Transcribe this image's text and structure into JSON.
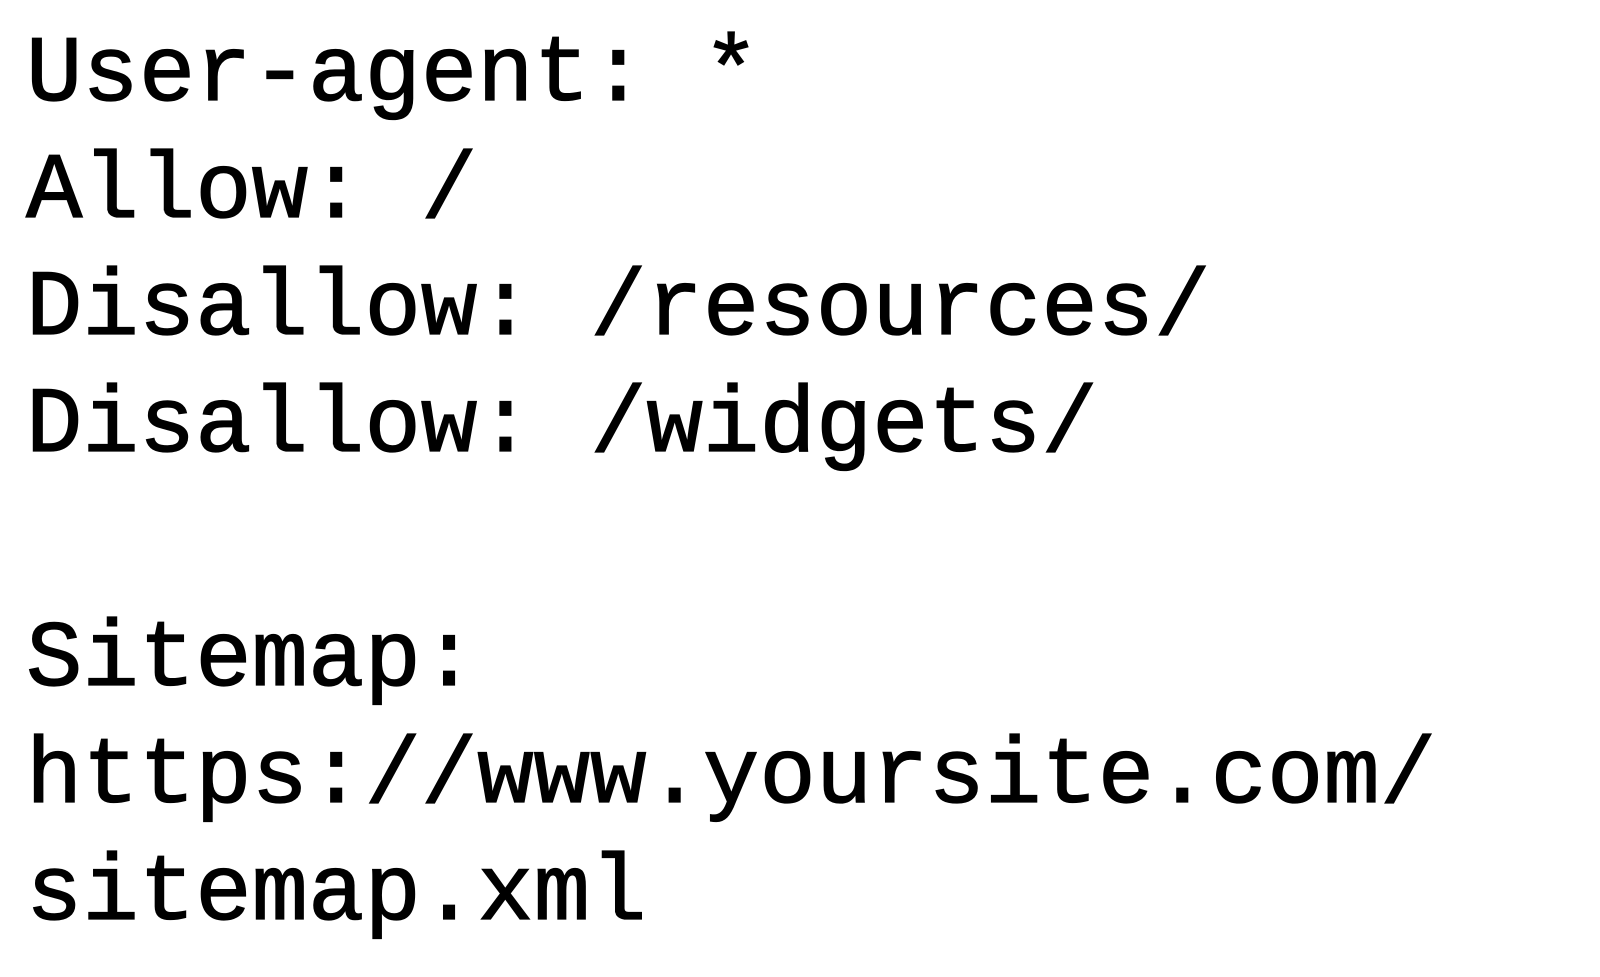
{
  "document": {
    "text_color": "#000000",
    "background_color": "#ffffff",
    "lines": [
      "User-agent: *",
      "Allow: /",
      "Disallow: /resources/",
      "Disallow: /widgets/",
      "",
      "Sitemap:",
      "https://www.yoursite.com/",
      "sitemap.xml"
    ]
  }
}
